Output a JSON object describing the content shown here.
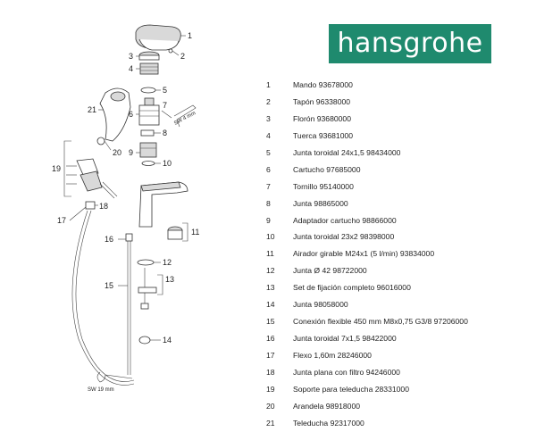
{
  "brand": {
    "logo_text": "hansgrohe",
    "logo_color": "#1f8a6e"
  },
  "diagram": {
    "callouts": [
      "1",
      "2",
      "3",
      "4",
      "5",
      "6",
      "7",
      "8",
      "9",
      "10",
      "11",
      "12",
      "13",
      "14",
      "15",
      "16",
      "17",
      "18",
      "19",
      "20",
      "21"
    ],
    "wrench_labels": [
      "SW 4 mm",
      "SW 19 mm"
    ]
  },
  "parts": [
    {
      "num": "1",
      "desc": "Mando 93678000"
    },
    {
      "num": "2",
      "desc": "Tapón 96338000"
    },
    {
      "num": "3",
      "desc": "Florón 93680000"
    },
    {
      "num": "4",
      "desc": "Tuerca 93681000"
    },
    {
      "num": "5",
      "desc": "Junta toroidal 24x1,5  98434000"
    },
    {
      "num": "6",
      "desc": "Cartucho 97685000"
    },
    {
      "num": "7",
      "desc": "Tornillo  95140000"
    },
    {
      "num": "8",
      "desc": "Junta 98865000"
    },
    {
      "num": "9",
      "desc": "Adaptador cartucho  98866000"
    },
    {
      "num": "10",
      "desc": "Junta toroidal 23x2  98398000"
    },
    {
      "num": "11",
      "desc": "Airador girable M24x1 (5 l/min)  93834000"
    },
    {
      "num": "12",
      "desc": "Junta Ø 42  98722000"
    },
    {
      "num": "13",
      "desc": "Set de fijación completo  96016000"
    },
    {
      "num": "14",
      "desc": "Junta 98058000"
    },
    {
      "num": "15",
      "desc": "Conexión flexible 450 mm M8x0,75 G3/8  97206000"
    },
    {
      "num": "16",
      "desc": "Junta toroidal 7x1,5  98422000"
    },
    {
      "num": "17",
      "desc": "Flexo 1,60m  28246000"
    },
    {
      "num": "18",
      "desc": "Junta plana con filtro  94246000"
    },
    {
      "num": "19",
      "desc": "Soporte para teleducha  28331000"
    },
    {
      "num": "20",
      "desc": "Arandela  98918000"
    },
    {
      "num": "21",
      "desc": "Teleducha  92317000"
    }
  ]
}
